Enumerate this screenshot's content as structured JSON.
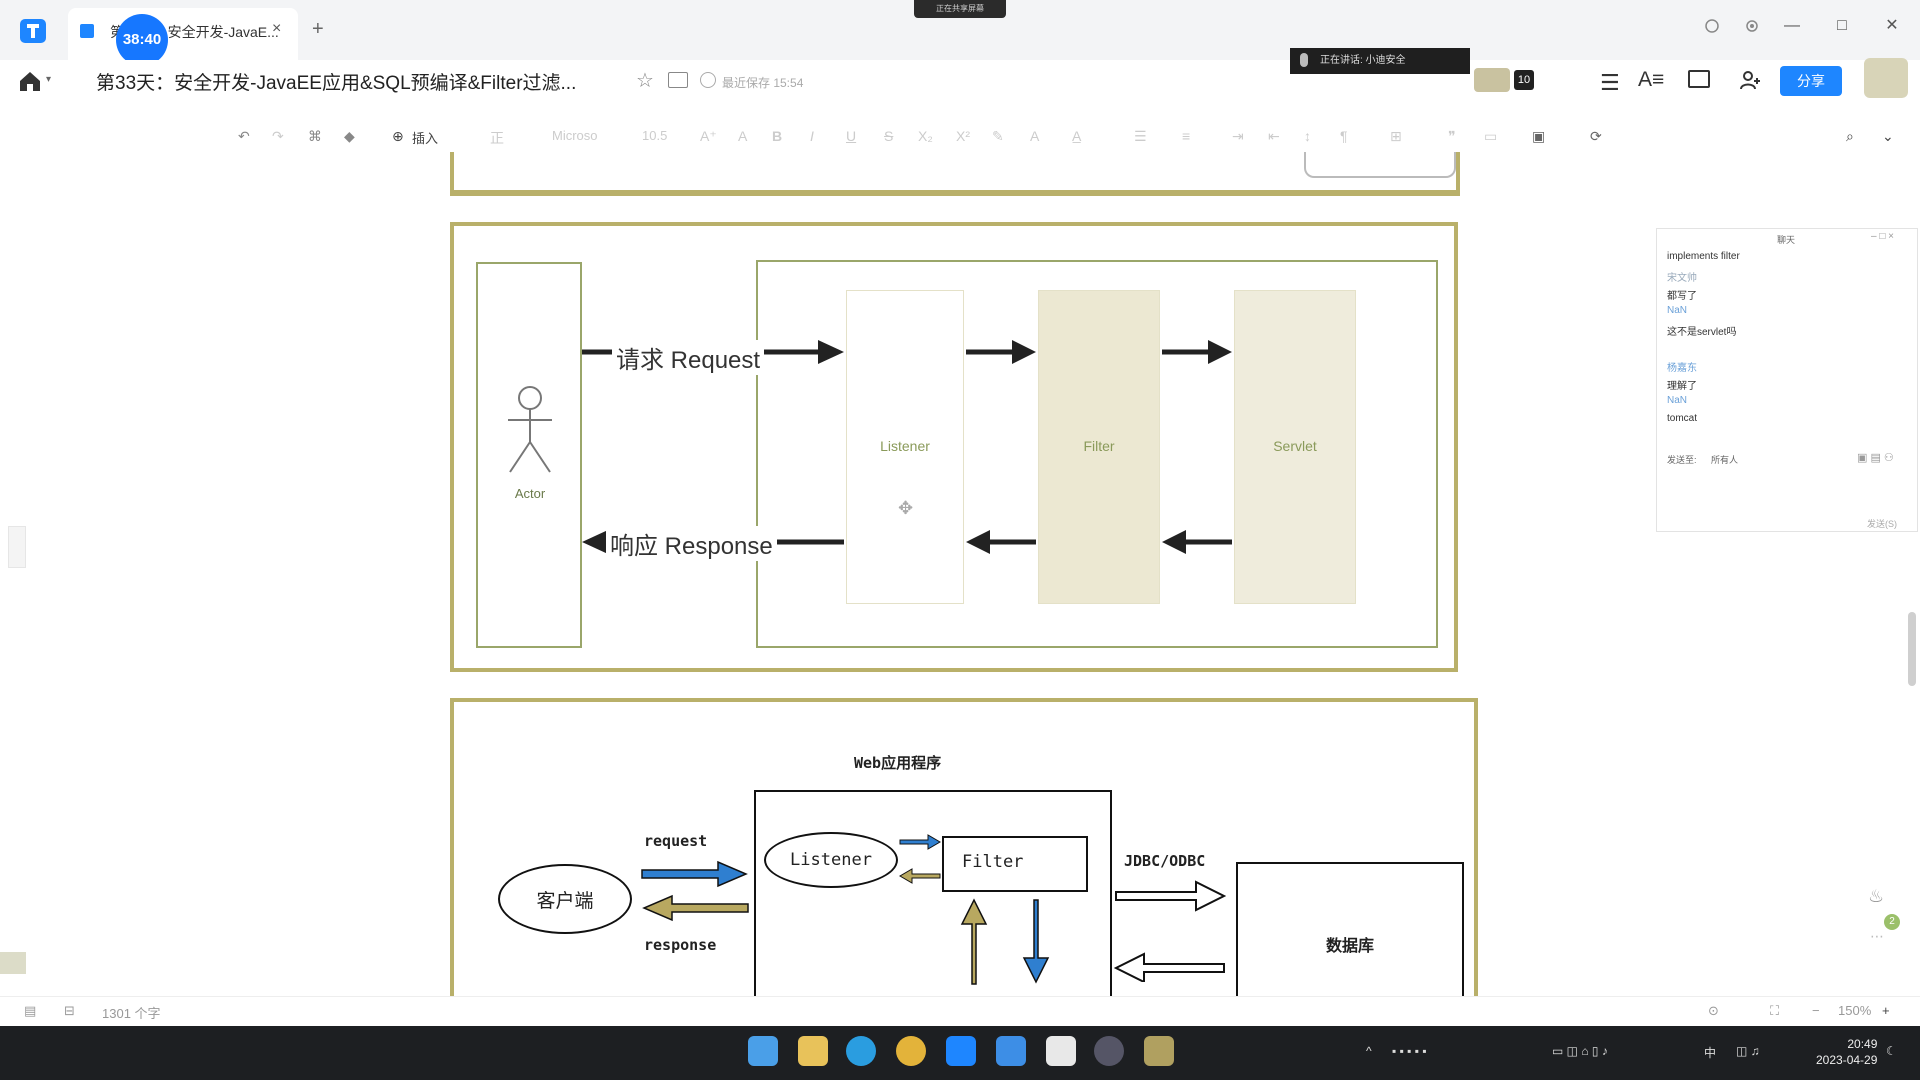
{
  "tabbar": {
    "timer": "38:40",
    "tab_title": "第33天：安全开发-JavaE...",
    "tab_close": "×",
    "new_tab": "+",
    "top_chip": "正在共享屏幕",
    "minimize": "—",
    "maximize": "□",
    "close": "✕"
  },
  "titlebar": {
    "doc_title": "第33天：安全开发-JavaEE应用&SQL预编译&Filter过滤...",
    "saved_status": "最近保存 15:54",
    "live_text": "正在讲话: 小迪安全",
    "member_count": "10",
    "share": "分享"
  },
  "toolbar": {
    "insert": "插入",
    "font": "Microso",
    "size": "10.5"
  },
  "diagram1": {
    "actor": "Actor",
    "request": "请求 Request",
    "response": "响应 Response",
    "listener": "Listener",
    "filter": "Filter",
    "servlet": "Servlet"
  },
  "diagram2": {
    "web_app": "Web应用程序",
    "client": "客户端",
    "request": "request",
    "response": "response",
    "listener": "Listener",
    "filter": "Filter",
    "jdbc": "JDBC/ODBC",
    "database": "数据库"
  },
  "chat": {
    "title": "聊天",
    "lines": [
      {
        "text": "implements filter",
        "style": "normal"
      },
      {
        "text": "宋文帅",
        "style": "name"
      },
      {
        "text": "都写了",
        "style": "normal"
      },
      {
        "text": "NaN",
        "style": "name"
      },
      {
        "text": "这不是servlet吗",
        "style": "normal"
      },
      {
        "text": "杨嘉东",
        "style": "name"
      },
      {
        "text": "理解了",
        "style": "normal"
      },
      {
        "text": "NaN",
        "style": "name"
      },
      {
        "text": "tomcat",
        "style": "normal"
      }
    ],
    "send_to": "发送至:",
    "recipient": "所有人",
    "send": "发送(S)"
  },
  "statusbar": {
    "word_count": "1301 个字",
    "zoom": "150%",
    "zoom_minus": "−",
    "zoom_plus": "+"
  },
  "taskbar": {
    "ime": "中",
    "time": "20:49",
    "date": "2023-04-29"
  },
  "side": {
    "badge": "2"
  }
}
